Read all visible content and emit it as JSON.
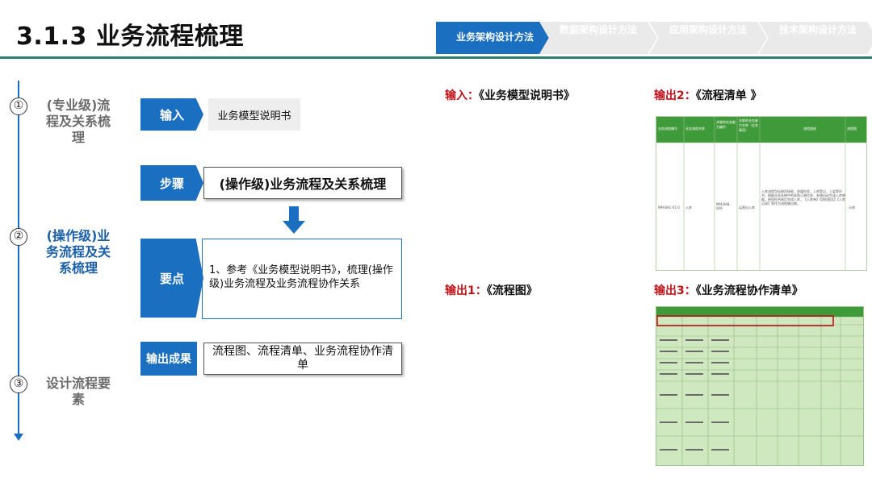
{
  "title": "3.1.3 业务流程梳理",
  "tabs": [
    {
      "label": "业务架构设计方法",
      "active": true
    },
    {
      "label": "数据架构设计方法",
      "active": false
    },
    {
      "label": "应用架构设计方法",
      "active": false
    },
    {
      "label": "技术架构设计方法",
      "active": false
    }
  ],
  "steps": [
    {
      "num": "①",
      "label": "(专业级)流程及关系梳理"
    },
    {
      "num": "②",
      "label": "(操作级)业务流程及关系梳理"
    },
    {
      "num": "③",
      "label": "设计流程要素"
    }
  ],
  "input": {
    "tag": "输入",
    "text": "业务模型说明书"
  },
  "step_box": {
    "tag": "步骤",
    "text": "(操作级)业务流程及关系梳理"
  },
  "key_points": {
    "tag": "要点",
    "text": "1、参考《业务模型说明书》，梳理(操作级)业务流程及业务流程协作关系"
  },
  "deliverables": {
    "tag": "输出成果",
    "text": "流程图、流程清单、业务流程协作清单"
  },
  "outputs": [
    {
      "prefix": "输入：",
      "text": "《业务模型说明书》"
    },
    {
      "prefix": "输出2：",
      "text": "《流程清单 》"
    },
    {
      "prefix": "输出1：",
      "text": "《流程图》"
    },
    {
      "prefix": "输出3：",
      "text": "《业务流程协作清单》"
    }
  ],
  "process_list_table": {
    "headers": [
      "业务流程编号",
      "业务流程名称",
      "关联的业务能力编号",
      "关联的业务能力名称（业务事项）",
      "流程描述",
      "流程图"
    ],
    "row": [
      "MM-BAC-01.0",
      "入库",
      "MM-BAB-009",
      "运营出入库",
      "入库流程包括物资接收、质量检验、入库登记、上架等环节，根据业务系统中的采购订单信息，系统自动生成入库单据，经质检合格后完成入库，【入库单】【质检报告】【入库记录】等作为流程输出物。",
      "示例"
    ]
  },
  "colors": {
    "accent": "#1a6fc0",
    "rule": "#2f7d6e",
    "highlight": "#c0121a",
    "sheet_green": "#c8e6b8"
  }
}
